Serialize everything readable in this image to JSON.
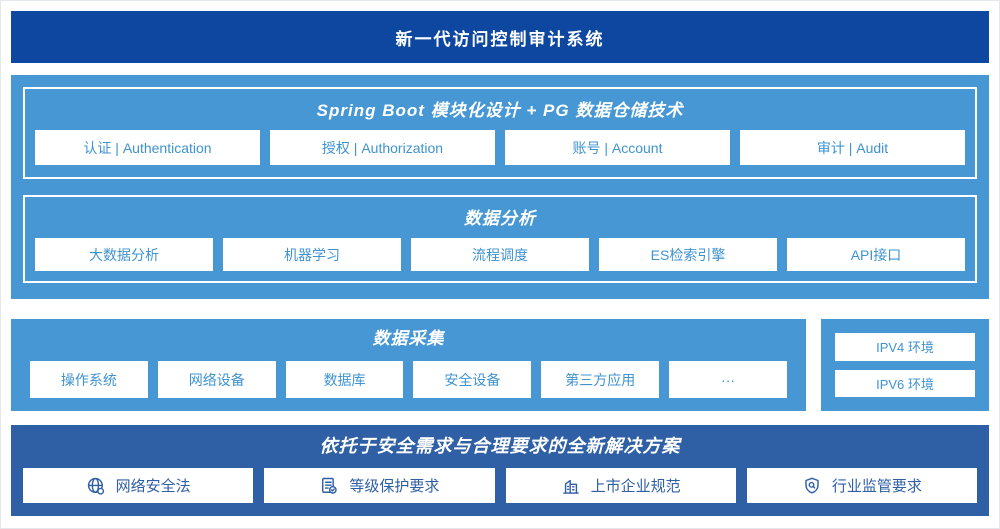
{
  "colors": {
    "banner_bg": "#0d47a0",
    "mid_blue": "#4697d3",
    "dark_blue": "#2f5fa5",
    "box_text_blue": "#3f93d0",
    "white": "#ffffff"
  },
  "banner": {
    "title": "新一代访问控制审计系统"
  },
  "platform": {
    "springboot": {
      "title": "Spring Boot 模块化设计 + PG 数据仓储技术",
      "modules": [
        "认证 | Authentication",
        "授权 | Authorization",
        "账号 | Account",
        "审计 | Audit"
      ]
    },
    "analysis": {
      "title": "数据分析",
      "modules": [
        "大数据分析",
        "机器学习",
        "流程调度",
        "ES检索引擎",
        "API接口"
      ]
    }
  },
  "collection": {
    "title": "数据采集",
    "sources": [
      "操作系统",
      "网络设备",
      "数据库",
      "安全设备",
      "第三方应用",
      "···"
    ],
    "environments": [
      "IPV4 环境",
      "IPV6 环境"
    ]
  },
  "solution": {
    "title": "依托于安全需求与合理要求的全新解决方案",
    "items": [
      {
        "icon": "globe-icon",
        "label": "网络安全法"
      },
      {
        "icon": "document-check-icon",
        "label": "等级保护要求"
      },
      {
        "icon": "building-icon",
        "label": "上市企业规范"
      },
      {
        "icon": "shield-search-icon",
        "label": "行业监管要求"
      }
    ]
  }
}
